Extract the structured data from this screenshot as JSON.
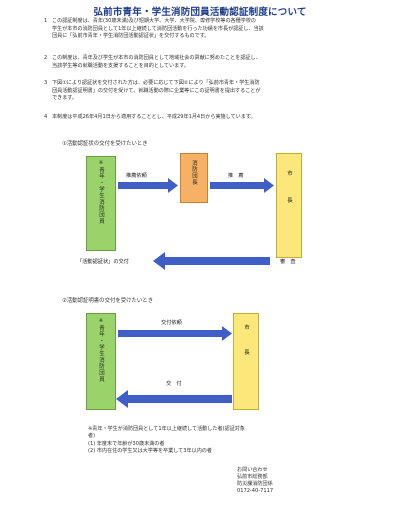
{
  "title": "弘前市青年・学生消防団員活動認証制度について",
  "paragraphs": [
    {
      "num": "1",
      "line1": "この認証制度は、青年(30歳未満)及び短期大学、大学、大学院、専修学校等の各種学校の",
      "line2": "学生が本市の消防団員として1年以上継続して消防団活動を行った功績を市長が認証し、当該",
      "line3": "団員に「弘前市青年・学生消防団活動認証状」を交付するものです。"
    },
    {
      "num": "2",
      "line1": "この制度は、青年及び学生が本市の消防団員として地域社会の貢献に努めたことを認証し、",
      "line2": "当該学生等の就職活動を支援することを目的としています。",
      "line3": ""
    },
    {
      "num": "3",
      "line1": "下図①により認証状を交付された方は、必要に応じて下図②により「弘前市青年・学生消防",
      "line2": "団員活動認証明書」の交付を受けて、就職活動の際に企業等にこの証明書を提出することが",
      "line3": "できます。"
    },
    {
      "num": "4",
      "line1": "本制度は平成26年4月1日から適用することとし、平成29年1月4日から実施しています。",
      "line2": "",
      "line3": ""
    }
  ],
  "diagram1": {
    "heading": "①活動認証状の交付を受けたいとき",
    "box_member": "青年・学生消防団員",
    "box_member_mark": "※",
    "box_chief": "消防団長",
    "box_mayor": "市長",
    "arrow1_label": "推薦依頼",
    "arrow2_label": "推　薦",
    "review_label": "審　査",
    "result_label": "「活動認証状」の交付"
  },
  "diagram2": {
    "heading": "②活動認証明書の交付を受けたいとき",
    "box_member": "青年・学生消防団員",
    "box_member_mark": "※",
    "box_mayor": "市長",
    "arrow1_label": "交付依頼",
    "arrow2_label": "交　付"
  },
  "note": {
    "line1": "※青年・学生が消防団員として1年以上継続して活動した者(認証対象",
    "line2": "者)",
    "line3": "(1) 年度末で年齢が30歳未満の者",
    "line4": "(2) 市内在住の学生又は大学等を卒業して3年以内の者"
  },
  "contact": {
    "heading": "お問い合わせ",
    "line1": "弘前市総務部",
    "line2": "防災課消防団係",
    "line3": "0172-40-7117"
  },
  "colors": {
    "member_box": "#9bd36b",
    "chief_box": "#f6b165",
    "mayor_box": "#fbe77a",
    "arrow": "#3f5fc7",
    "title": "#1f3c88"
  }
}
